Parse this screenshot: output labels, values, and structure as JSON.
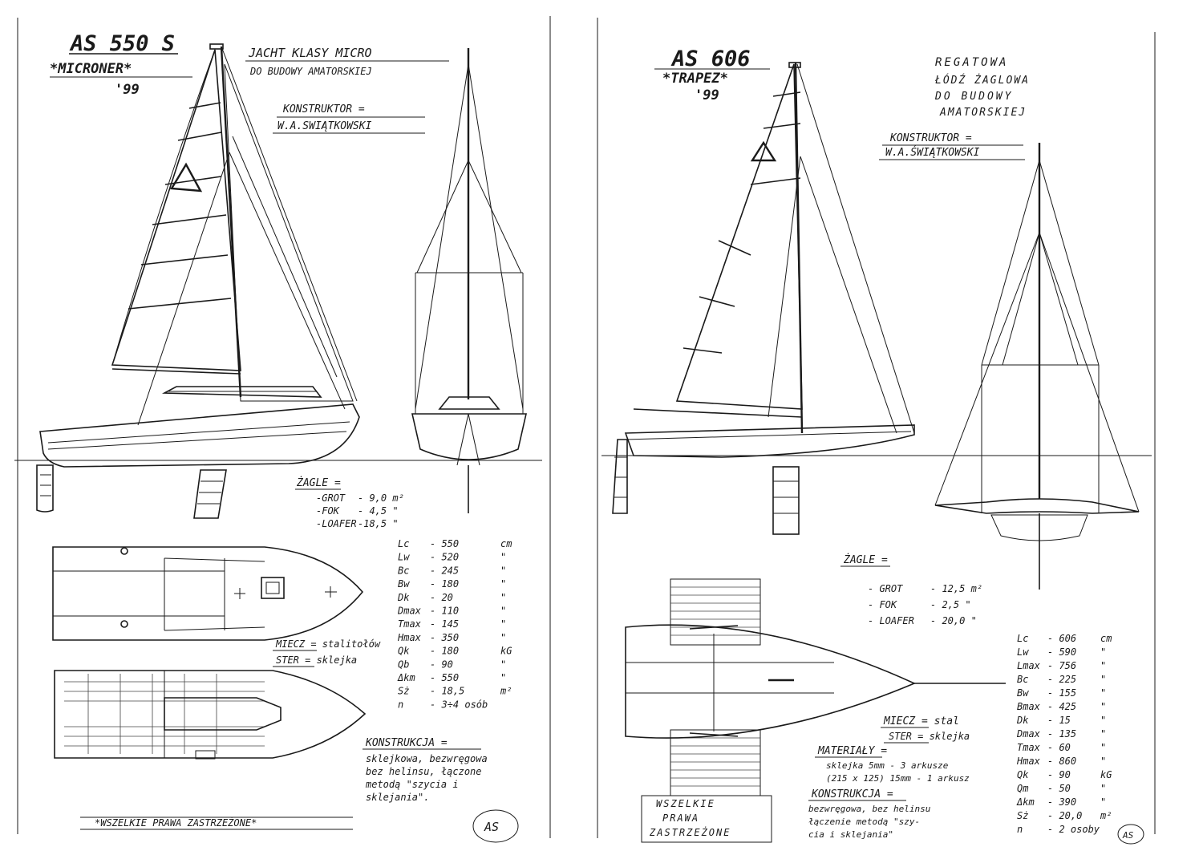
{
  "left_sheet": {
    "model": "AS 550 S",
    "name": "*MICRONER*",
    "year": "'99",
    "subtitle_1": "JACHT KLASY MICRO",
    "subtitle_2": "DO BUDOWY AMATORSKIEJ",
    "designer_label": "KONSTRUKTOR =",
    "designer_name": "W.A.SWIĄTKOWSKI",
    "sails_heading": "ŻAGLE =",
    "sails": [
      {
        "name": "-GROT",
        "value": "- 9,0 m²"
      },
      {
        "name": "-FOK",
        "value": "- 4,5 \""
      },
      {
        "name": "-LOAFER",
        "value": "-18,5 \""
      }
    ],
    "specs": [
      {
        "sym": "Lc",
        "val": "- 550",
        "unit": "cm"
      },
      {
        "sym": "Lw",
        "val": "- 520",
        "unit": "\""
      },
      {
        "sym": "Bc",
        "val": "- 245",
        "unit": "\""
      },
      {
        "sym": "Bw",
        "val": "- 180",
        "unit": "\""
      },
      {
        "sym": "Dk",
        "val": "- 20",
        "unit": "\""
      },
      {
        "sym": "Dmax",
        "val": "- 110",
        "unit": "\""
      },
      {
        "sym": "Tmax",
        "val": "- 145",
        "unit": "\""
      },
      {
        "sym": "Hmax",
        "val": "- 350",
        "unit": "\""
      },
      {
        "sym": "Qk",
        "val": "- 180",
        "unit": "kG"
      },
      {
        "sym": "Qb",
        "val": "- 90",
        "unit": "\""
      },
      {
        "sym": "Δkm",
        "val": "- 550",
        "unit": "\""
      },
      {
        "sym": "Sż",
        "val": "- 18,5",
        "unit": "m²"
      },
      {
        "sym": "n",
        "val": "- 3÷4 osób",
        "unit": ""
      }
    ],
    "centreboard": "MIECZ = stalitołów",
    "rudder": "STER = sklejka",
    "construction_heading": "KONSTRUKCJA =",
    "construction_lines": [
      "sklejkowa, bezwręgowa",
      "bez helinsu, łączone",
      "metodą \"szycia i",
      "sklejania\"."
    ],
    "copyright": "*WSZELKIE PRAWA ZASTRZEŻONE*",
    "monogram": "AS"
  },
  "right_sheet": {
    "model": "AS 606",
    "name": "*TRAPEZ*",
    "year": "'99",
    "subtitle_lines": [
      "REGATOWA",
      "ŁÓDŹ ŻAGLOWA",
      "DO BUDOWY",
      "AMATORSKIEJ"
    ],
    "designer_label": "KONSTRUKTOR =",
    "designer_name": "W.A.ŚWIĄTKOWSKI",
    "sails_heading": "ŻAGLE =",
    "sails": [
      {
        "name": "- GROT",
        "value": "- 12,5 m²"
      },
      {
        "name": "- FOK",
        "value": "- 2,5 \""
      },
      {
        "name": "- LOAFER",
        "value": "- 20,0 \""
      }
    ],
    "specs": [
      {
        "sym": "Lc",
        "val": "- 606",
        "unit": "cm"
      },
      {
        "sym": "Lw",
        "val": "- 590",
        "unit": "\""
      },
      {
        "sym": "Lmax",
        "val": "- 756",
        "unit": "\""
      },
      {
        "sym": "Bc",
        "val": "- 225",
        "unit": "\""
      },
      {
        "sym": "Bw",
        "val": "- 155",
        "unit": "\""
      },
      {
        "sym": "Bmax",
        "val": "- 425",
        "unit": "\""
      },
      {
        "sym": "Dk",
        "val": "- 15",
        "unit": "\""
      },
      {
        "sym": "Dmax",
        "val": "- 135",
        "unit": "\""
      },
      {
        "sym": "Tmax",
        "val": "- 60",
        "unit": "\""
      },
      {
        "sym": "Hmax",
        "val": "- 860",
        "unit": "\""
      },
      {
        "sym": "Qk",
        "val": "- 90",
        "unit": "kG"
      },
      {
        "sym": "Qm",
        "val": "- 50",
        "unit": "\""
      },
      {
        "sym": "Δkm",
        "val": "- 390",
        "unit": "\""
      },
      {
        "sym": "Sż",
        "val": "- 20,0",
        "unit": "m²"
      },
      {
        "sym": "n",
        "val": "- 2 osoby",
        "unit": ""
      }
    ],
    "centreboard": "MIECZ = stal",
    "rudder": "STER = sklejka",
    "materials_heading": "MATERIAŁY =",
    "materials_lines": [
      "sklejka 5mm - 3 arkusze",
      "(215 x 125) 15mm - 1 arkusz"
    ],
    "construction_heading": "KONSTRUKCJA =",
    "construction_lines": [
      "bezwręgowa, bez helinsu",
      "łączenie metodą \"szy-",
      "cia i sklejania\""
    ],
    "copyright_lines": [
      "WSZELKIE",
      "PRAWA",
      "ZASTRZEŻONE"
    ],
    "monogram": "AS"
  }
}
